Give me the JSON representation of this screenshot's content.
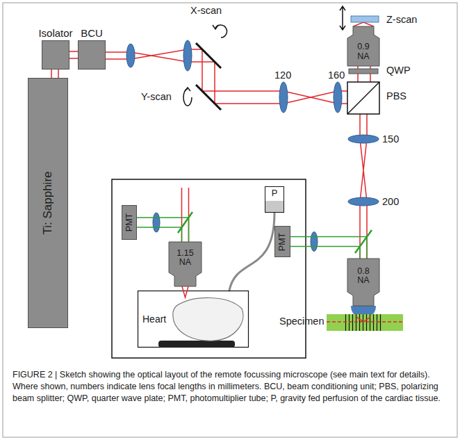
{
  "diagram": {
    "caption": "FIGURE 2 | Sketch showing the optical layout of the remote focussing microscope (see main text for details). Where shown, numbers indicate lens focal lengths in millimeters. BCU, beam conditioning unit; PBS, polarizing beam splitter; QWP, quarter wave plate; PMT, photomultiplier tube; P, gravity fed perfusion of the cardiac tissue.",
    "nodes": [
      {
        "text": [
          "Isolator"
        ]
      },
      {
        "text": [
          "BCU"
        ]
      },
      {
        "text": [
          "Ti: Sapphire"
        ]
      },
      {
        "text": [
          "0.9 NA"
        ]
      },
      {
        "text": [
          "P"
        ]
      },
      {
        "text": [
          "PMT"
        ]
      },
      {
        "text": [
          "1.15 NA"
        ]
      },
      {
        "text": [
          "Heart"
        ]
      },
      {
        "text": [
          "PMT"
        ]
      },
      {
        "text": [
          "0.8 NA"
        ]
      }
    ],
    "edges": [
      {
        "from": 2,
        "to": 0,
        "arrow": "none"
      },
      {
        "from": 0,
        "to": 1,
        "arrow": "none"
      },
      {
        "from": 4,
        "to": 7,
        "arrow": "none"
      },
      {
        "from": 5,
        "to": 6,
        "arrow": "none"
      },
      {
        "from": 8,
        "to": 9,
        "arrow": "none"
      }
    ],
    "labels": [
      "X-scan",
      "Y-scan",
      "120",
      "160",
      "Z-scan",
      "QWP",
      "PBS",
      "150",
      "200",
      "Specimen"
    ]
  }
}
